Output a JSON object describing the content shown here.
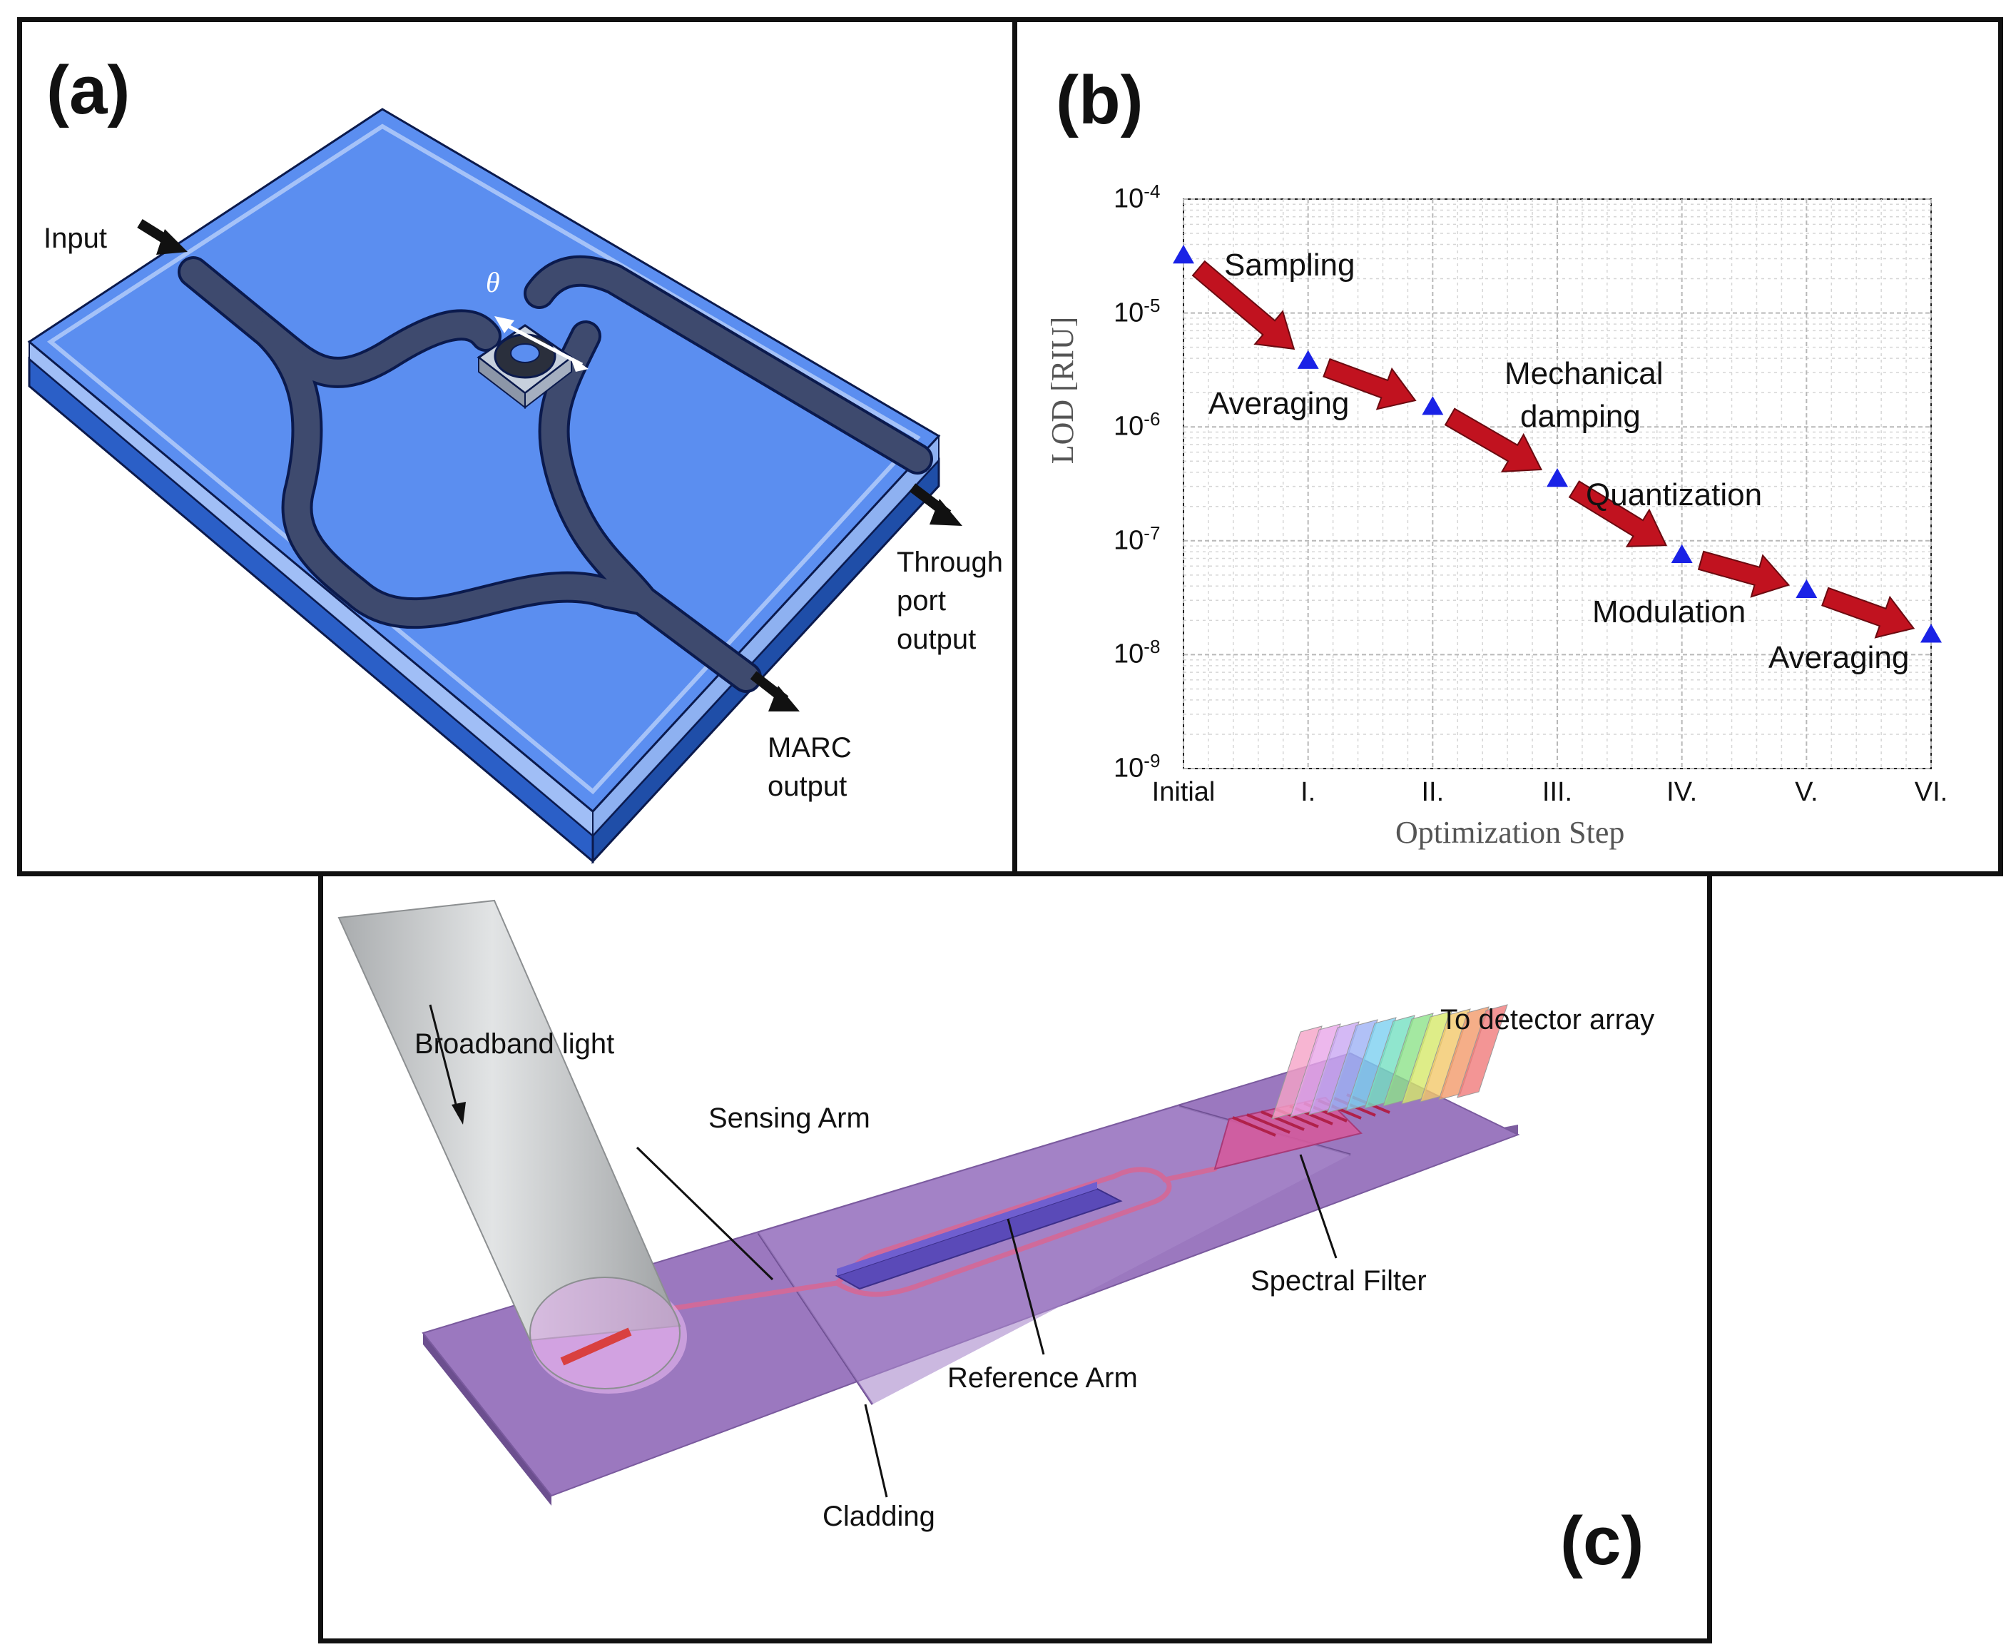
{
  "panel_a": {
    "label": "(a)",
    "theta_symbol": "θ",
    "labels": {
      "input": "Input",
      "through_port": [
        "Through",
        "port",
        "output"
      ],
      "marc_output": [
        "MARC",
        "output"
      ]
    },
    "colors": {
      "substrate": "#5b8ef0",
      "waveguide": "#3e4a6e",
      "edge": "#0b1a4d"
    }
  },
  "panel_b": {
    "label": "(b)",
    "annotations": [
      "Sampling",
      "Averaging",
      "Mechanical",
      "damping",
      "Quantization",
      "Modulation",
      "Averaging"
    ],
    "colors": {
      "marker": "#1a22e6",
      "arrow": "#c1121f",
      "arrow_edge": "#6b0a10"
    }
  },
  "chart_data": {
    "type": "scatter",
    "categories": [
      "Initial",
      "I.",
      "II.",
      "III.",
      "IV.",
      "V.",
      "VI."
    ],
    "series": [
      {
        "values": [
          3.2e-05,
          3.8e-06,
          1.5e-06,
          3.5e-07,
          7.5e-08,
          3.7e-08,
          1.5e-08
        ]
      }
    ],
    "xlabel": "Optimization Step",
    "ylabel": "LOD [RIU]",
    "ylim": [
      1e-09,
      0.0001
    ],
    "yscale": "log",
    "yticks": [
      {
        "base": "10",
        "exp": "-4"
      },
      {
        "base": "10",
        "exp": "-5"
      },
      {
        "base": "10",
        "exp": "-6"
      },
      {
        "base": "10",
        "exp": "-7"
      },
      {
        "base": "10",
        "exp": "-8"
      },
      {
        "base": "10",
        "exp": "-9"
      }
    ],
    "grid": true,
    "marker": "triangle"
  },
  "panel_c": {
    "label": "(c)",
    "labels": {
      "broadband_light": "Broadband light",
      "to_detector_array": "To detector array",
      "sensing_arm": "Sensing Arm",
      "spectral_filter": "Spectral Filter",
      "reference_arm": "Reference Arm",
      "cladding": "Cladding"
    },
    "colors": {
      "chip": "#9b78bf",
      "sensing_pad": "#5a4ab8",
      "waveguide": "#d06a9a",
      "fiber": "#c3c6c8"
    }
  }
}
